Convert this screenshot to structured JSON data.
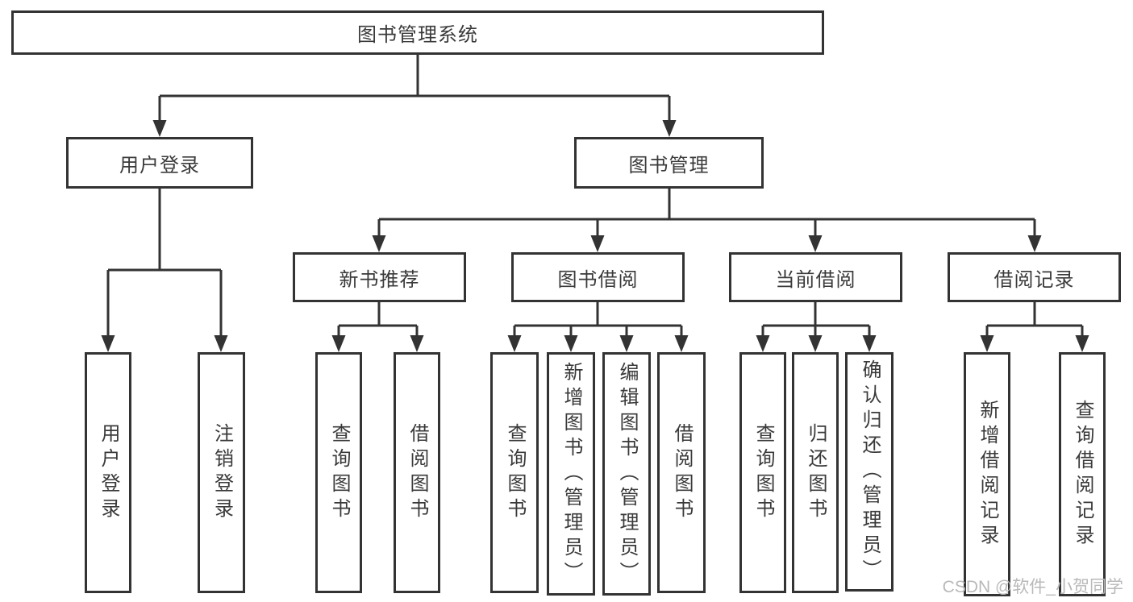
{
  "colors": {
    "line": "#333333",
    "text": "#3a3a3a",
    "box_bg": "#ffffff",
    "watermark": "#b9b9b9",
    "page_bg": "#ffffff"
  },
  "watermark": "CSDN @软件_小贺同学",
  "tree": {
    "root": "图书管理系统",
    "branches": [
      {
        "label": "用户登录",
        "children": [
          {
            "label": "用户登录"
          },
          {
            "label": "注销登录"
          }
        ]
      },
      {
        "label": "图书管理",
        "children": [
          {
            "label": "新书推荐",
            "children": [
              {
                "label": "查询图书"
              },
              {
                "label": "借阅图书"
              }
            ]
          },
          {
            "label": "图书借阅",
            "children": [
              {
                "label": "查询图书"
              },
              {
                "label": "新增图书（管理员）"
              },
              {
                "label": "编辑图书（管理员）"
              },
              {
                "label": "借阅图书"
              }
            ]
          },
          {
            "label": "当前借阅",
            "children": [
              {
                "label": "查询图书"
              },
              {
                "label": "归还图书"
              },
              {
                "label": "确认归还（管理员）"
              }
            ]
          },
          {
            "label": "借阅记录",
            "children": [
              {
                "label": "新增借阅记录"
              },
              {
                "label": "查询借阅记录"
              }
            ]
          }
        ]
      }
    ]
  }
}
